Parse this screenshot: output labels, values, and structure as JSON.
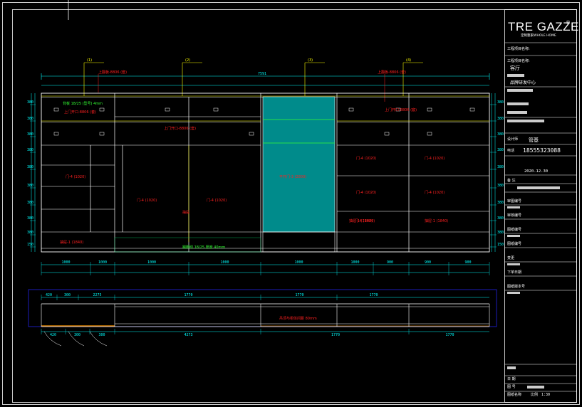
{
  "colors": {
    "background": "#000000",
    "frame": "#ffffff",
    "cabinet": "#ffffff",
    "panel_fill": "#008b8b",
    "dimension": "#00ffff",
    "dimension_alt": "#00cc66",
    "callout": "#ff2020",
    "leader": "#ffff00",
    "note_green": "#33ff33",
    "plan_border": "#1e1ecc",
    "baseboard": "#ff9900"
  },
  "title_block": {
    "brand": "TRE GAZZE",
    "brand_sub": "定制整家WHOLE HOME",
    "register_mark": "®",
    "project_label": "工程项目名称:",
    "drawing_label": "工程项目名称:",
    "drawing_name": "客厅",
    "center_name": "品牌研发中心",
    "designer_label": "设计师",
    "designer_name": "管基",
    "phone_label": "电话",
    "phone": "18555323088",
    "date": "2020.12.30",
    "remark_label": "备 注",
    "rev1": "审图编号",
    "rev2": "审核编号",
    "rev3": "图纸编号",
    "rev4": "图纸编号",
    "rev5": "变更",
    "rev6": "下单日期",
    "rev7": "图纸版本号",
    "rev8": "日 期",
    "rev9": "图 号",
    "scale_label": "比例",
    "scale_value": "1:30",
    "footer_label": "图纸名称"
  },
  "elevation": {
    "total_width_label": "7591",
    "red_top_left": "上翻板-8806 (套)",
    "red_top_right": "上翻板-8806 (套)",
    "yellow_tags": [
      "(1)",
      "(2)",
      "(3)",
      "(4)"
    ],
    "door_labels": [
      "上门开口-8806 (套)",
      "上门开口-8806 (套)",
      "上门开口-8806 (套)",
      "门-4 (1020)",
      "门-4 (1020)",
      "门-4 (1020)",
      "门-4 (1020)",
      "门-4 (1020)",
      "门-4 (1020)",
      "门-4 (1020)",
      "门-4 (1020)"
    ],
    "center_panel_label": "平开门-3 (2800)",
    "green_note": "背板 18/25 (型号) 4mm",
    "shelf_note": "抽屉",
    "baseboard_note": "踢脚线 18/25 厚度 40mm",
    "drawer_labels": [
      "抽屉-1 (1840)",
      "抽屉-1 (1840)",
      "抽屉-1 (1840)"
    ],
    "side_dims_left": [
      "380",
      "380",
      "380",
      "380",
      "380",
      "380",
      "380",
      "380",
      "380",
      "150"
    ],
    "side_dims_right": [
      "380",
      "380",
      "380",
      "380",
      "380",
      "380",
      "380",
      "380",
      "380",
      "150"
    ],
    "bottom_dims": [
      "1000",
      "1000",
      "1000",
      "1000",
      "1000",
      "1000",
      "900",
      "900",
      "900"
    ]
  },
  "plan": {
    "top_dims": [
      "420",
      "300",
      "2275",
      "1770",
      "1770",
      "1770"
    ],
    "bottom_dims": [
      "420",
      "300",
      "300",
      "4273",
      "1770",
      "1770"
    ],
    "callout": "吊顶与柜体间距 80mm"
  }
}
